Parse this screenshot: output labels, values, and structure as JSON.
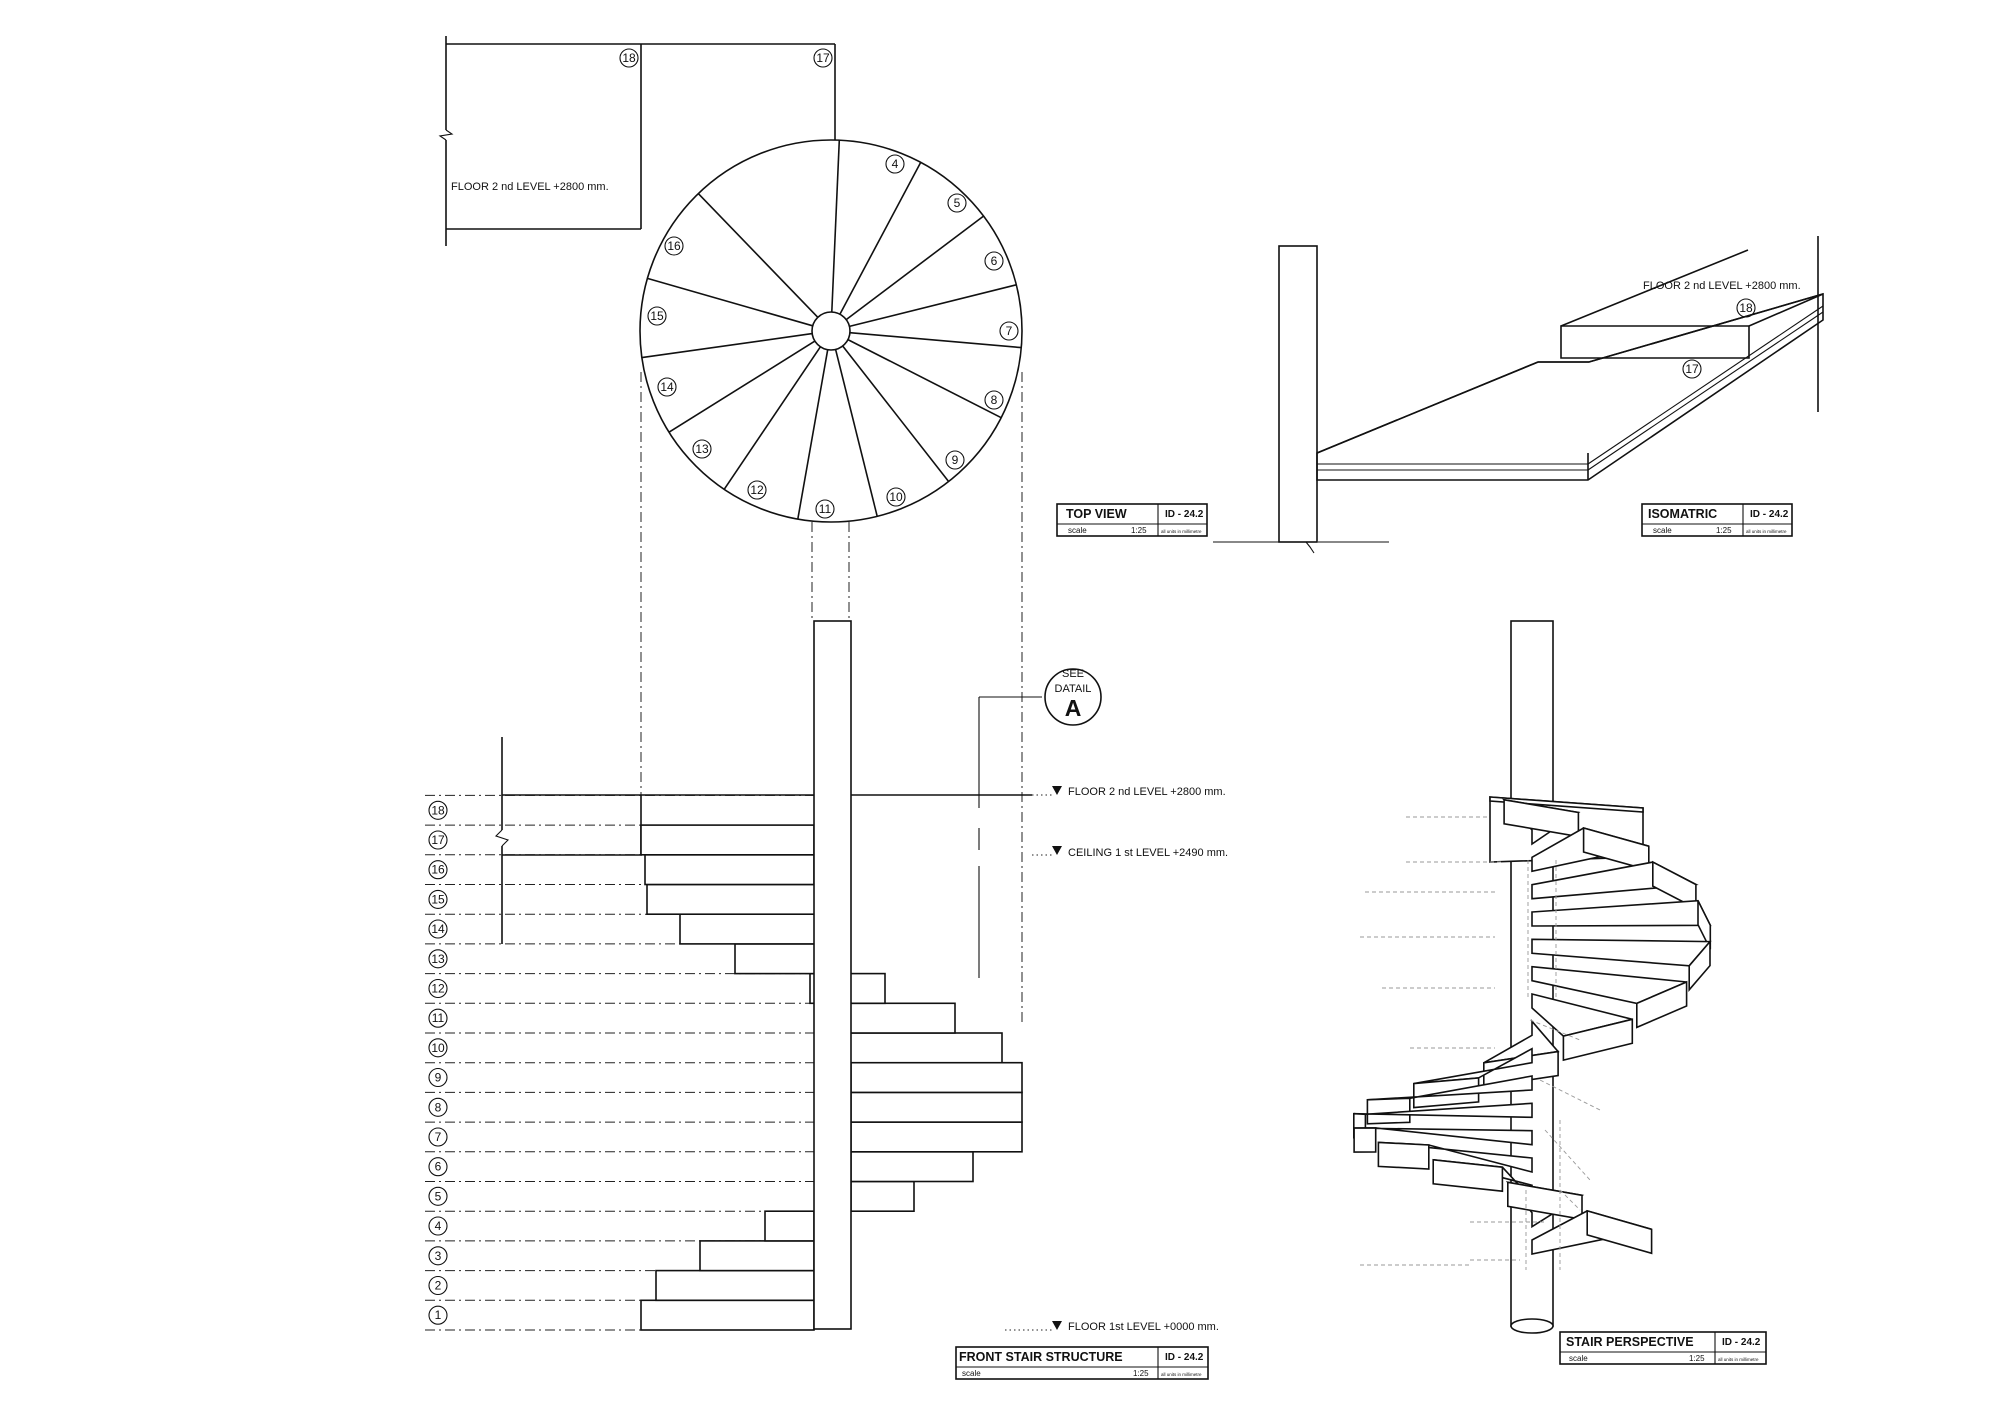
{
  "title_blocks": {
    "top_view": {
      "title": "TOP  VIEW",
      "id": "ID - 24.2",
      "scale_label": "scale",
      "scale": "1:25",
      "units": "all units in millimetre"
    },
    "isometric": {
      "title": "ISOMATRIC",
      "id": "ID - 24.2",
      "scale_label": "scale",
      "scale": "1:25",
      "units": "all units in millimetre"
    },
    "front": {
      "title": "FRONT  STAIR  STRUCTURE",
      "id": "ID - 24.2",
      "scale_label": "scale",
      "scale": "1:25",
      "units": "all units in millimetre"
    },
    "perspective": {
      "title": "STAIR  PERSPECTIVE",
      "id": "ID - 24.2",
      "scale_label": "scale",
      "scale": "1:25",
      "units": "all units in millimetre"
    }
  },
  "level_labels": {
    "top_floor2": "FLOOR 2 nd LEVEL +2800 mm.",
    "iso_floor2": "FLOOR 2 nd LEVEL +2800 mm.",
    "front_floor2": "FLOOR 2 nd LEVEL +2800 mm.",
    "front_ceiling": "CEILING 1 st LEVEL +2490 mm.",
    "front_floor1": "FLOOR 1st LEVEL +0000 mm."
  },
  "detail_marker": {
    "line1": "SEE",
    "line2": "DATAIL",
    "letter": "A"
  },
  "top_view_steps": [
    "4",
    "5",
    "6",
    "7",
    "8",
    "9",
    "10",
    "11",
    "12",
    "13",
    "14",
    "15",
    "16",
    "17",
    "18"
  ],
  "iso_steps": [
    "17",
    "18"
  ],
  "front_steps": [
    "1",
    "2",
    "3",
    "4",
    "5",
    "6",
    "7",
    "8",
    "9",
    "10",
    "11",
    "12",
    "13",
    "14",
    "15",
    "16",
    "17",
    "18"
  ]
}
